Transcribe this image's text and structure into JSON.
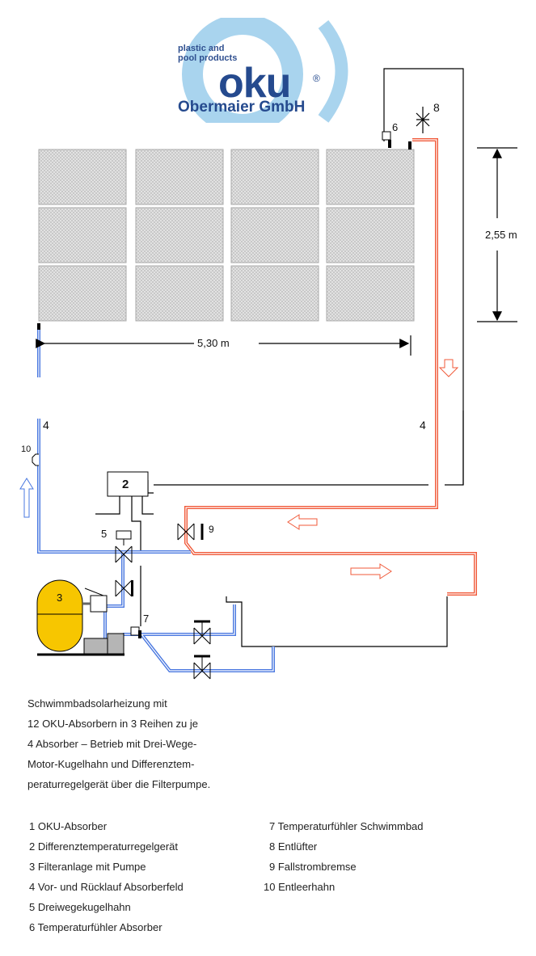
{
  "logo": {
    "tagline_line1": "plastic and",
    "tagline_line2": "pool products",
    "brand": "oku",
    "registered": "®",
    "company": "Obermaier GmbH",
    "colors": {
      "brand_dark": "#254a8e",
      "brand_light": "#a9d4ee"
    }
  },
  "diagram": {
    "absorber_grid": {
      "rows": 3,
      "columns": 4,
      "count": 12
    },
    "dimensions": {
      "width_label": "5,30 m",
      "height_label": "2,55 m"
    },
    "labels": {
      "controller": "2",
      "filter": "3",
      "return_left": "4",
      "return_right": "4",
      "valve_three_way": "5",
      "sensor_absorber": "6",
      "sensor_pool": "7",
      "air_vent": "8",
      "flow_brake": "9",
      "drain_valve": "10"
    },
    "colors": {
      "hot_pipe": "#f05a3a",
      "cold_pipe": "#4a78e0",
      "filter_tank": "#f7c600",
      "pump": "#b5b5b5"
    }
  },
  "description": [
    "Schwimmbadsolarheizung mit",
    "12 OKU-Absorbern in 3 Reihen zu je",
    "4 Absorber – Betrieb mit Drei-Wege-",
    "Motor-Kugelhahn und Differenztem-",
    "peraturregelgerät über die Filterpumpe."
  ],
  "legend": {
    "left": [
      "1 OKU-Absorber",
      "2 Differenztemperaturregelgerät",
      "3 Filteranlage mit Pumpe",
      "4 Vor- und Rücklauf Absorberfeld",
      "5 Dreiwegekugelhahn",
      "6 Temperaturfühler Absorber"
    ],
    "right": [
      "7 Temperaturfühler Schwimmbad",
      "8 Entlüfter",
      "9 Fallstrombremse",
      "10 Entleerhahn"
    ]
  }
}
